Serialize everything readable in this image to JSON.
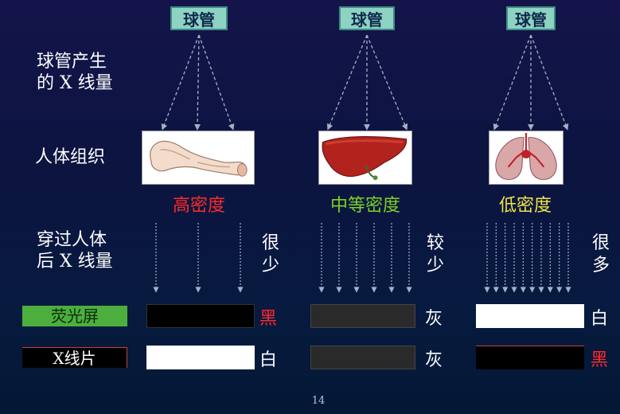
{
  "tubes": [
    "球管",
    "球管",
    "球管"
  ],
  "row_labels": {
    "xray_produced_line1": "球管产生",
    "xray_produced_line2": "的 X 线量",
    "tissue": "人体组织",
    "xray_through_line1": "穿过人体",
    "xray_through_line2": "后 X 线量"
  },
  "columns": [
    {
      "density": "高密度",
      "density_color": "#ff2a2a",
      "amount_line1": "很",
      "amount_line2": "少",
      "screen_result": "黑",
      "screen_result_color": "#ff2a2a",
      "film_result": "白",
      "film_result_color": "#ffffff",
      "ray_count": 3
    },
    {
      "density": "中等密度",
      "density_color": "#7ed321",
      "amount_line1": "较",
      "amount_line2": "少",
      "screen_result": "灰",
      "screen_result_color": "#ffffff",
      "film_result": "灰",
      "film_result_color": "#ffffff",
      "ray_count": 6
    },
    {
      "density": "低密度",
      "density_color": "#f0e442",
      "amount_line1": "很",
      "amount_line2": "多",
      "screen_result": "白",
      "screen_result_color": "#ffffff",
      "film_result": "黑",
      "film_result_color": "#ff2a2a",
      "ray_count": 10
    }
  ],
  "tags": {
    "screen": "荧光屏",
    "film": "X线片"
  },
  "organs": [
    "bone-icon",
    "liver-icon",
    "lungs-icon"
  ],
  "colors": {
    "screen_tag_bg": "#4caf3d",
    "arrow": "#9fb3c8",
    "high_density": "#ff2a2a",
    "medium_density": "#7ed321",
    "low_density": "#f0e442"
  },
  "page_number": "14"
}
